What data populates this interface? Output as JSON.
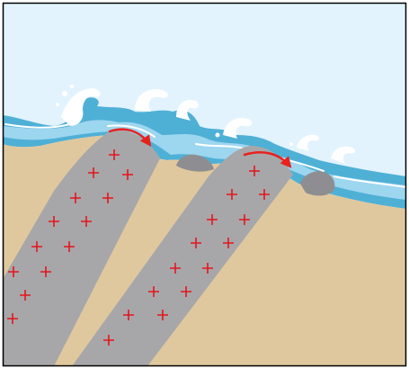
{
  "diagram": {
    "kind": "cross-section",
    "elements": [
      "sky",
      "water",
      "breaking-waves",
      "sand-layer",
      "rock-strata",
      "eroded-boulders",
      "flow-arrows",
      "plus-markers"
    ],
    "rock_strata_count": 2,
    "boulder_count": 2,
    "arrow_count": 2,
    "plus_marker_count": 27,
    "colors": {
      "sky": "#E2F3FD",
      "water_dark": "#4FB0D6",
      "water_light": "#9DD6EF",
      "foam": "#FFFFFF",
      "sand": "#E0C89E",
      "rock": "#A7A7AA",
      "rock_edge": "#C5C6C8",
      "boulder": "#8E8E92",
      "arrow": "#E8201E",
      "plus": "#E4161B",
      "frame": "#000000"
    }
  }
}
